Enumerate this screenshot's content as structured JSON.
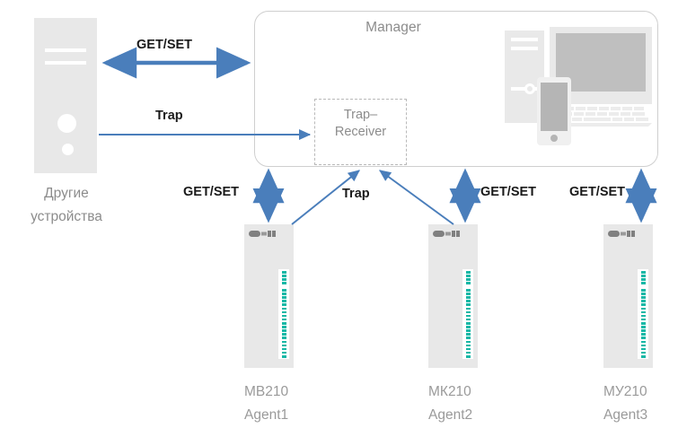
{
  "diagram": {
    "manager": {
      "title": "Manager",
      "trap_receiver": {
        "label_line1": "Trap–",
        "label_line2": "Receiver"
      },
      "workstation_icons": [
        "pc-tower-icon",
        "monitor-icon",
        "keyboard-icon",
        "smartphone-icon"
      ]
    },
    "other_devices": {
      "label_line1": "Другие",
      "label_line2": "устройства",
      "icon": "server-tower-icon"
    },
    "connectors": [
      {
        "id": "other-to-manager-getset",
        "label": "GET/SET",
        "kind": "bidirectional"
      },
      {
        "id": "other-to-trapreceiver-trap",
        "label": "Trap",
        "kind": "unidirectional"
      },
      {
        "id": "agent1-getset",
        "label": "GET/SET",
        "kind": "bidirectional"
      },
      {
        "id": "agents-trap",
        "label": "Trap",
        "kind": "unidirectional"
      },
      {
        "id": "agent2-getset",
        "label": "GET/SET",
        "kind": "bidirectional"
      },
      {
        "id": "agent3-getset",
        "label": "GET/SET",
        "kind": "bidirectional"
      }
    ],
    "agents": [
      {
        "model": "МВ210",
        "role": "Agent1"
      },
      {
        "model": "МК210",
        "role": "Agent2"
      },
      {
        "model": "МУ210",
        "role": "Agent3"
      }
    ],
    "colors": {
      "arrow_blue": "#4a7ebb",
      "module_gray": "#e8e8e8",
      "led_teal": "#17b8a6",
      "text_gray": "#8c8c8c",
      "caption_gray": "#9a9a9a",
      "border_gray": "#cfcfcf",
      "dashed_gray": "#b9b9b9"
    },
    "led_count_per_module": 23
  }
}
